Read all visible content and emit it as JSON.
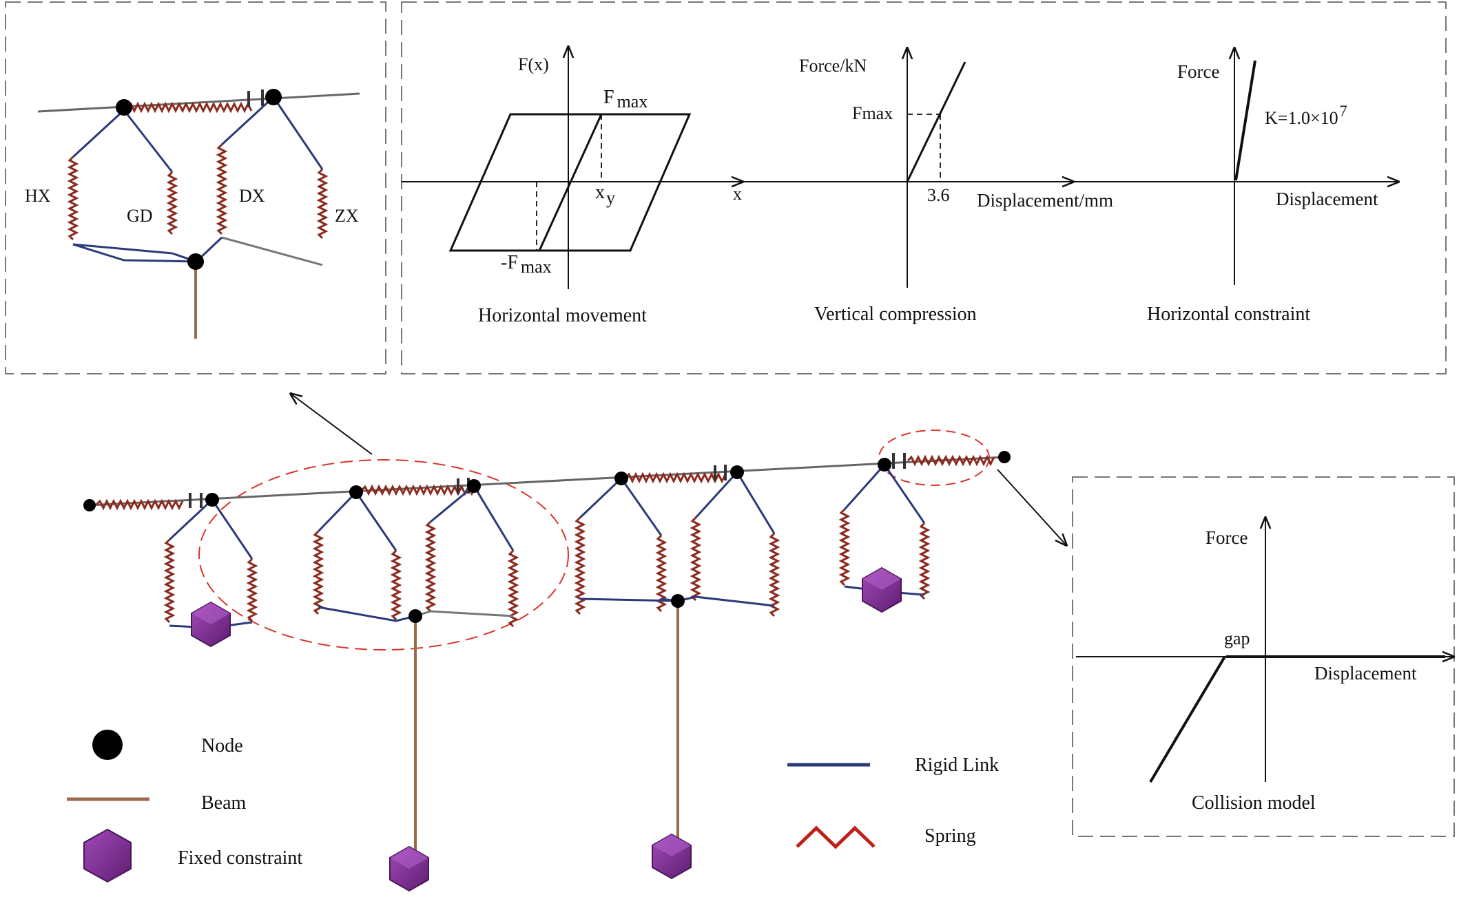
{
  "figure_labels": {
    "detail": {
      "hx": "HX",
      "gd": "GD",
      "dx": "DX",
      "zx": "ZX"
    },
    "horizontal_movement": {
      "fx": "F(x)",
      "fmax_f": "F",
      "fmax_sub": "max",
      "neg_fmax_f": "-F",
      "neg_fmax_sub": "max",
      "xy_x": "x",
      "xy_sub": "y",
      "x_axis": "x",
      "caption": "Horizontal movement"
    },
    "vertical_compression": {
      "y_axis": "Force/kN",
      "fmax": "Fmax",
      "tick": "3.6",
      "x_axis": "Displacement/mm",
      "caption": "Vertical compression"
    },
    "horizontal_constraint": {
      "y_axis": "Force",
      "k_base": "K=1.0×10",
      "k_exp": "7",
      "x_axis": "Displacement",
      "caption": "Horizontal constraint"
    },
    "collision": {
      "y_axis": "Force",
      "gap": "gap",
      "x_axis": "Displacement",
      "caption": "Collision model"
    }
  },
  "legend": {
    "node": "Node",
    "beam": "Beam",
    "fixed_constraint": "Fixed constraint",
    "rigid_link": "Rigid Link",
    "spring": "Spring"
  },
  "colors": {
    "rigid_link": "#2b3a78",
    "spring": "#8b2a1e",
    "beam": "#9a6b4a",
    "node": "#000000",
    "fixed_constraint": "#7a2a8f",
    "highlight": "#d9352a",
    "frame": "#777777"
  }
}
